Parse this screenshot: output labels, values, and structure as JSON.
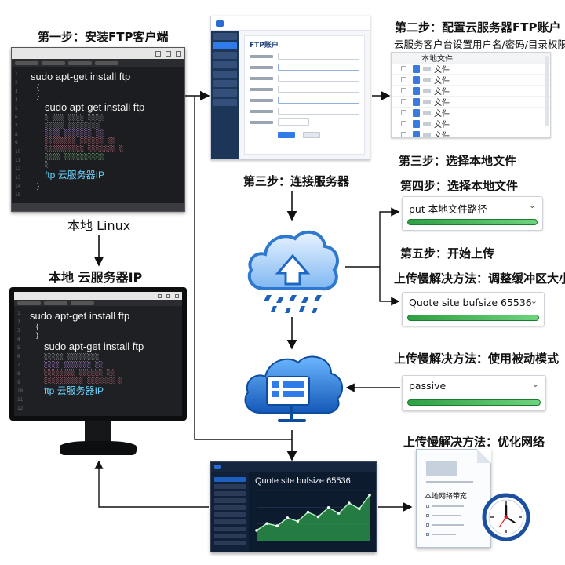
{
  "steps": {
    "step1": {
      "heading": "第一步：安装FTP客户端"
    },
    "step2": {
      "heading": "第二步：配置云服务器FTP账户",
      "sub": "云服务客户台设置用户名/密码/目录权限"
    },
    "step3_connect": {
      "heading": "第三步：连接服务器"
    },
    "step3_select": {
      "heading": "第三步：选择本地文件"
    },
    "step4": {
      "heading": "第四步：选择本地文件"
    },
    "step5": {
      "heading": "第五步：开始上传"
    },
    "fix_buffer": {
      "heading": "上传慢解决方法：调整缓冲区大小"
    },
    "fix_passive": {
      "heading": "上传慢解决方法：使用被动模式"
    },
    "fix_network": {
      "heading": "上传慢解决方法：优化网络"
    }
  },
  "labels": {
    "local_linux": "本地 Linux",
    "local_cloud": "本地 云服务器IP"
  },
  "terminal_top": {
    "lines": [
      {
        "text": "sudo apt-get install ftp",
        "style": "big"
      },
      {
        "text": "{",
        "style": "ind1"
      },
      {
        "text": "}",
        "style": "ind1"
      },
      {
        "text": "sudo apt-get install ftp",
        "style": "big ind2"
      },
      {
        "text": "ftp 云服务器IP",
        "style": "cyan ind2"
      }
    ]
  },
  "terminal_bottom": {
    "lines": [
      {
        "text": "sudo apt-get install ftp",
        "style": "big"
      },
      {
        "text": "sudo apt-get install ftp",
        "style": "big ind2"
      },
      {
        "text": "ftp 云服务器IP",
        "style": "cyan ind2"
      }
    ]
  },
  "ftp_form": {
    "title": "FTP账户"
  },
  "file_list": {
    "header": "本地文件",
    "rows": [
      "文件",
      "文件",
      "文件",
      "文件",
      "文件",
      "文件",
      "文件"
    ]
  },
  "commands": {
    "put": {
      "text": "put  本地文件路径",
      "progress": 1.0
    },
    "bufsize": {
      "text": "Quote site bufsize 65536",
      "progress": 1.0
    },
    "passive": {
      "text": "passive",
      "progress": 1.0
    }
  },
  "dashboard": {
    "title": "Quote site bufsize 65536",
    "chart_data": {
      "type": "area",
      "values": [
        18,
        30,
        26,
        40,
        34,
        50,
        42,
        58,
        48,
        66,
        56,
        80
      ]
    }
  },
  "network_doc": {
    "label": "本地网络带宽"
  },
  "colors": {
    "green": "#2ea043",
    "blue": "#2f7bea",
    "cloud": "#3a8fe0",
    "arrow": "#111111"
  }
}
